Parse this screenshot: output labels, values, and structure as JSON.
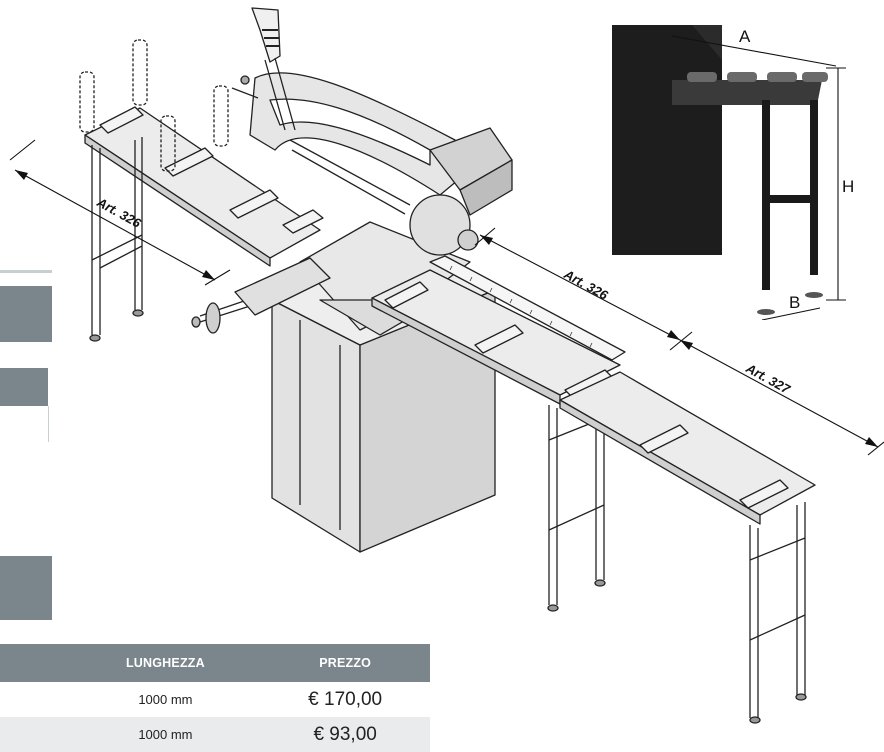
{
  "drawing": {
    "labels": {
      "art326_left": "Art. 326",
      "art326_right": "Art. 326",
      "art327": "Art. 327"
    },
    "inset_labels": {
      "a": "A",
      "h": "H",
      "b": "B"
    }
  },
  "table": {
    "headers": [
      "",
      "LUNGHEZZA",
      "PREZZO"
    ],
    "rows": [
      {
        "length": "1000 mm",
        "price": "€ 170,00"
      },
      {
        "length": "1000 mm",
        "price": "€ 93,00"
      }
    ]
  },
  "colors": {
    "header_bg": "#7b868c",
    "row_alt_bg": "#e9ebec"
  }
}
